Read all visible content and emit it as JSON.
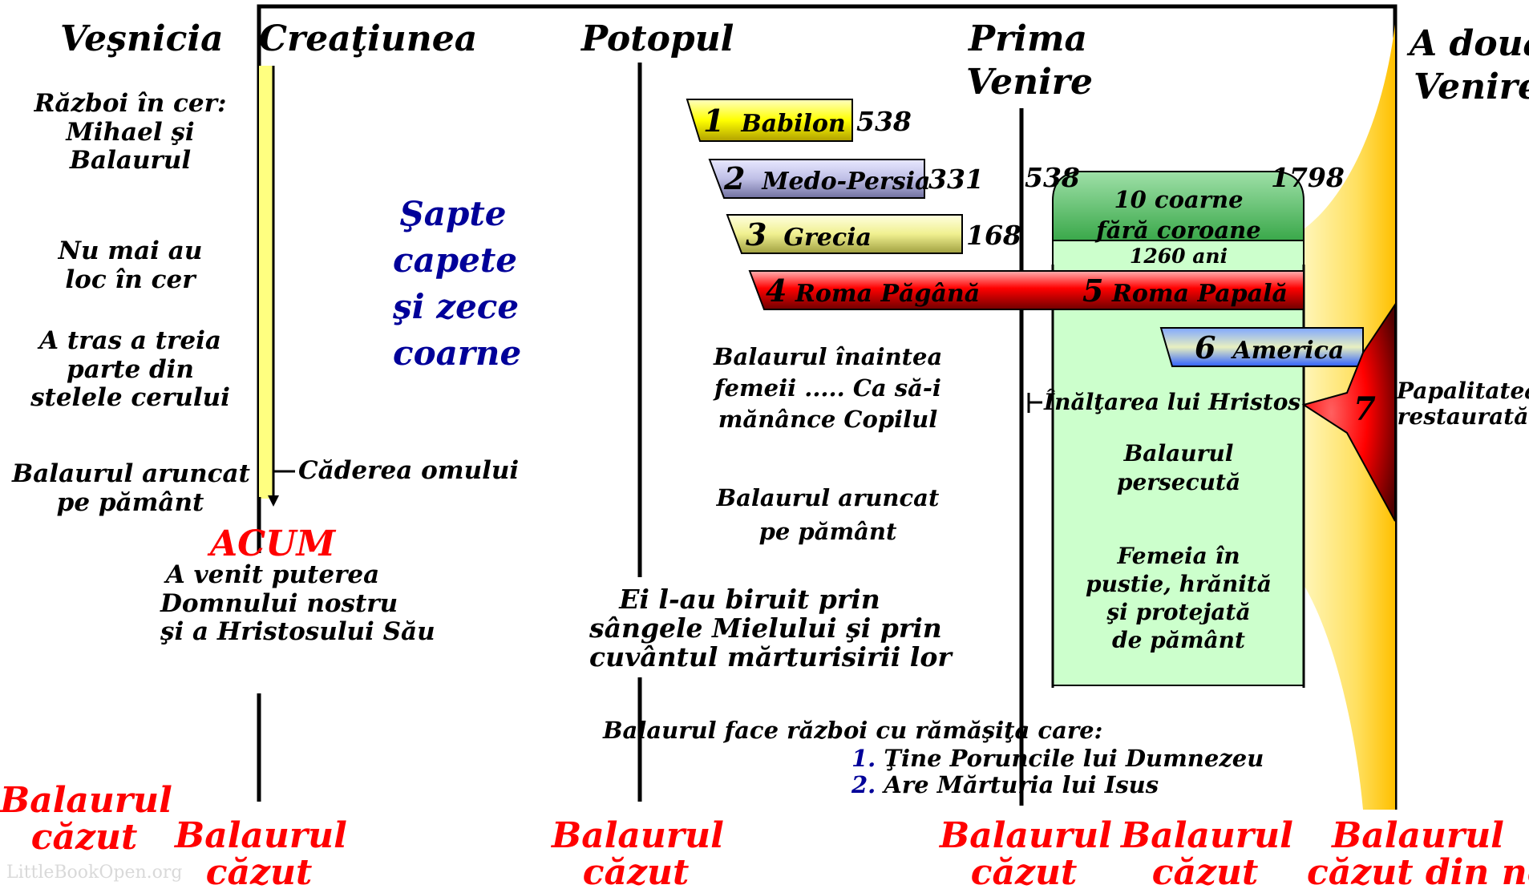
{
  "headers": {
    "vesnicia": "Veşnicia",
    "creatiunea": "Creaţiunea",
    "potopul": "Potopul",
    "prima_venire_1": "Prima",
    "prima_venire_2": "Venire",
    "a_doua_venire_1": "A doua",
    "a_doua_venire_2": "Venire"
  },
  "left_column": {
    "razboi": [
      "Război în cer:",
      "Mihael  şi",
      "Balaurul"
    ],
    "nu_mai_au": [
      "Nu mai au",
      "loc în cer"
    ],
    "a_tras": [
      "A tras a treia",
      "parte din",
      "stelele cerului"
    ],
    "aruncat": [
      "Balaurul aruncat",
      "pe pământ"
    ]
  },
  "caderea": "Căderea omului",
  "acum": {
    "title": "ACUM",
    "lines": [
      "A venit puterea",
      "Domnului nostru",
      "şi a Hristosului Său"
    ]
  },
  "sapte": [
    "Şapte",
    "capete",
    "şi zece",
    "coarne"
  ],
  "kingdoms": [
    {
      "num": "1",
      "name": "Babilon",
      "date": "538",
      "color": "#ffff00"
    },
    {
      "num": "2",
      "name": "Medo-Persia",
      "date": "331",
      "color": "#bfbfe6"
    },
    {
      "num": "3",
      "name": "Grecia",
      "date": "168",
      "color": "#f0f090"
    },
    {
      "num": "4",
      "name": "Roma Păgână",
      "color": "#ff0000"
    },
    {
      "num": "5",
      "name": "Roma Papală",
      "color": "#ff0000"
    },
    {
      "num": "6",
      "name": "America",
      "color": "#8fb4ff"
    },
    {
      "num": "7",
      "name": "Papalitatea",
      "name2": "restaurată",
      "color": "#ff0000"
    }
  ],
  "period": {
    "start": "538",
    "end": "1798",
    "lines": [
      "10 coarne",
      "fără coroane",
      "1260 ani"
    ]
  },
  "middle": {
    "inaintea": [
      "Balaurul înaintea",
      "femeii ..... Ca să-i",
      "mănânce Copilul"
    ],
    "aruncat": [
      "Balaurul aruncat",
      "pe pământ"
    ],
    "biruit": [
      "Ei l-au biruit prin",
      "sângele Mielului şi prin",
      "cuvântul mărturisirii lor"
    ],
    "razboi": "Balaurul face război cu rămăşiţa care:",
    "items": [
      {
        "n": "1.",
        "text": "Ţine Poruncile lui Dumnezeu"
      },
      {
        "n": "2.",
        "text": "Are Mărturia lui Isus"
      }
    ]
  },
  "green": {
    "inaltarea": "Înălţarea lui Hristos",
    "persecuta": [
      "Balaurul",
      "persecută"
    ],
    "femeia": [
      "Femeia în",
      "pustie, hrănită",
      "şi protejată",
      "de pământ"
    ]
  },
  "bottom": {
    "b1": [
      "Balaurul",
      "căzut"
    ],
    "b2": [
      "Balaurul",
      "căzut"
    ],
    "b3": [
      "Balaurul",
      "căzut"
    ],
    "b4": [
      "Balaurul",
      "căzut"
    ],
    "b5": [
      "Balaurul",
      "căzut"
    ],
    "b6": [
      "Balaurul",
      "căzut din nou"
    ]
  },
  "watermark": "LittleBookOpen.org"
}
